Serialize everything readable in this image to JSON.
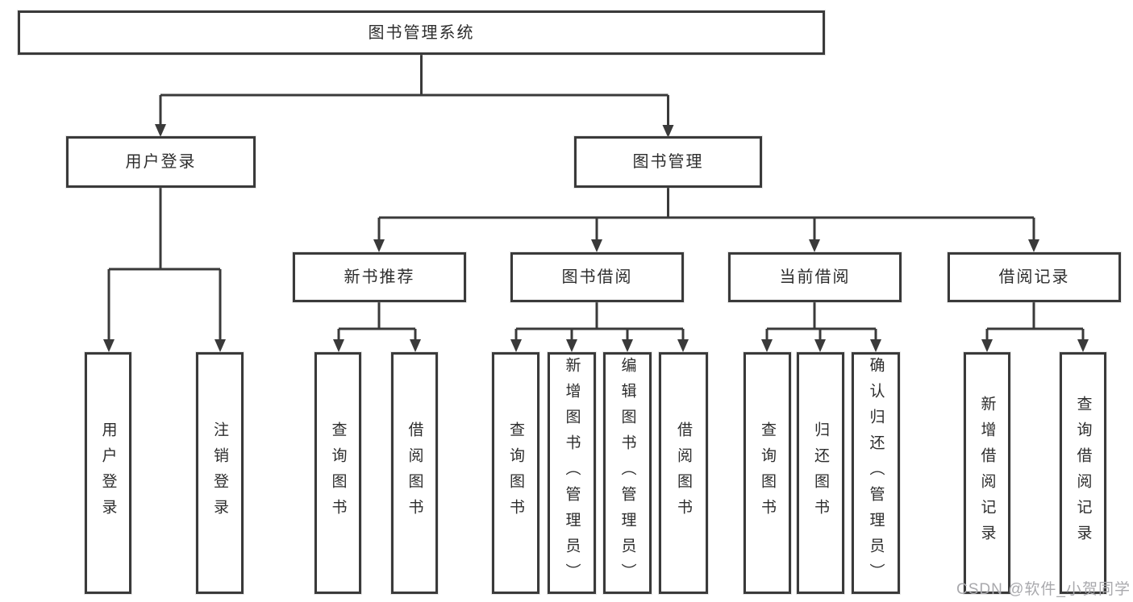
{
  "diagram": {
    "root": {
      "label": "图书管理系统",
      "children": [
        {
          "label": "用户登录",
          "children": [
            {
              "label": "用户登录"
            },
            {
              "label": "注销登录"
            }
          ]
        },
        {
          "label": "图书管理",
          "children": [
            {
              "label": "新书推荐",
              "children": [
                {
                  "label": "查询图书"
                },
                {
                  "label": "借阅图书"
                }
              ]
            },
            {
              "label": "图书借阅",
              "children": [
                {
                  "label": "查询图书"
                },
                {
                  "label": "新增图书（管理员）"
                },
                {
                  "label": "编辑图书（管理员）"
                },
                {
                  "label": "借阅图书"
                }
              ]
            },
            {
              "label": "当前借阅",
              "children": [
                {
                  "label": "查询图书"
                },
                {
                  "label": "归还图书"
                },
                {
                  "label": "确认归还（管理员）"
                }
              ]
            },
            {
              "label": "借阅记录",
              "children": [
                {
                  "label": "新增借阅记录"
                },
                {
                  "label": "查询借阅记录"
                }
              ]
            }
          ]
        }
      ]
    },
    "colors": {
      "line": "#3a3a3a",
      "text": "#2d2d2d",
      "background": "#ffffff"
    }
  },
  "watermark": {
    "text": "CSDN @软件_小贺同学",
    "color": "#a9a9ad"
  }
}
